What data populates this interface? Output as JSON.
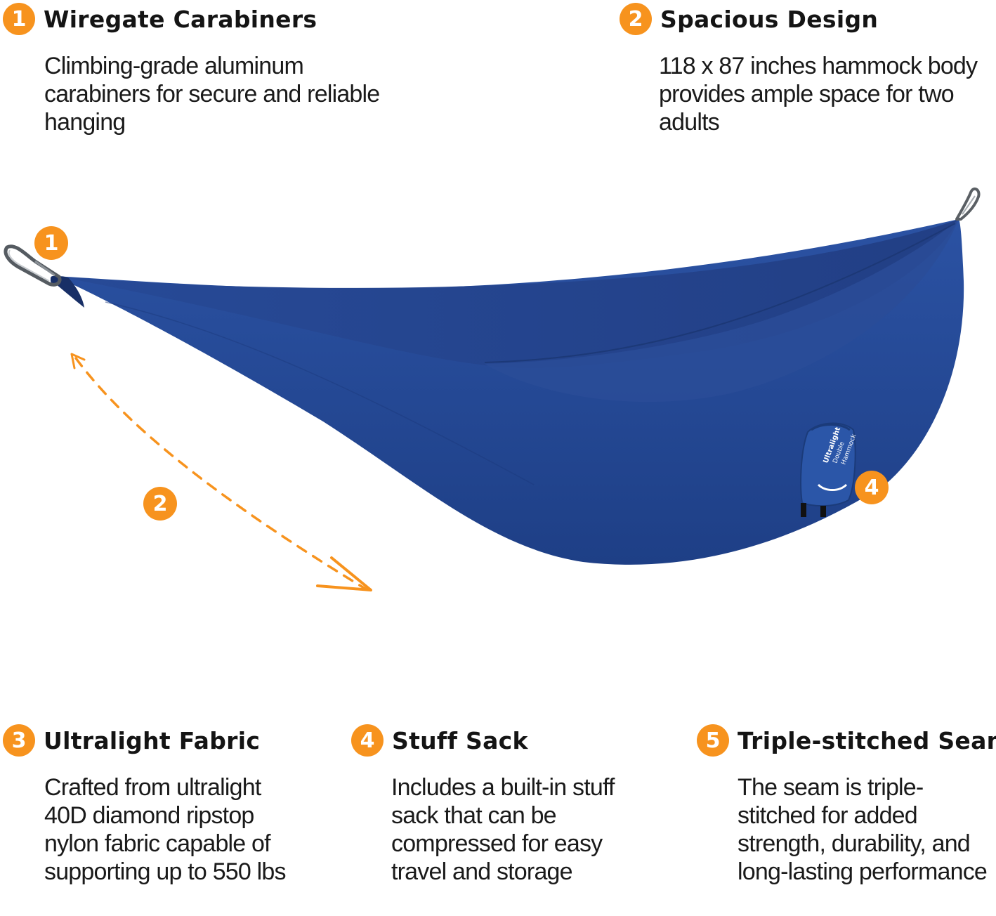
{
  "features": [
    {
      "number": "1",
      "title": "Wiregate Carabiners",
      "description": "Climbing-grade aluminum carabiners for secure and reliable hanging"
    },
    {
      "number": "2",
      "title": "Spacious Design",
      "description": "118 x 87 inches hammock body provides ample space for two adults"
    },
    {
      "number": "3",
      "title": "Ultralight Fabric",
      "description": "Crafted from ultralight 40D diamond ripstop nylon fabric capable of supporting up to 550 lbs"
    },
    {
      "number": "4",
      "title": "Stuff Sack",
      "description": "Includes a built-in stuff sack that can be compressed for easy travel and storage"
    },
    {
      "number": "5",
      "title": "Triple-stitched Seam",
      "description": "The seam is triple-stitched for added strength, durability, and long-lasting performance"
    }
  ],
  "illustration": {
    "callouts": [
      "1",
      "2",
      "4"
    ],
    "stuff_sack_label": [
      "Ultralight",
      "Double",
      "Hammock"
    ]
  },
  "colors": {
    "accent": "#f7931e",
    "hammock": "#23468f",
    "hammock_dark": "#182f66",
    "carabiner": "#9aa0a6"
  },
  "icons": [
    "carabiner-icon",
    "dimension-arrow-icon",
    "stuff-sack-icon"
  ]
}
